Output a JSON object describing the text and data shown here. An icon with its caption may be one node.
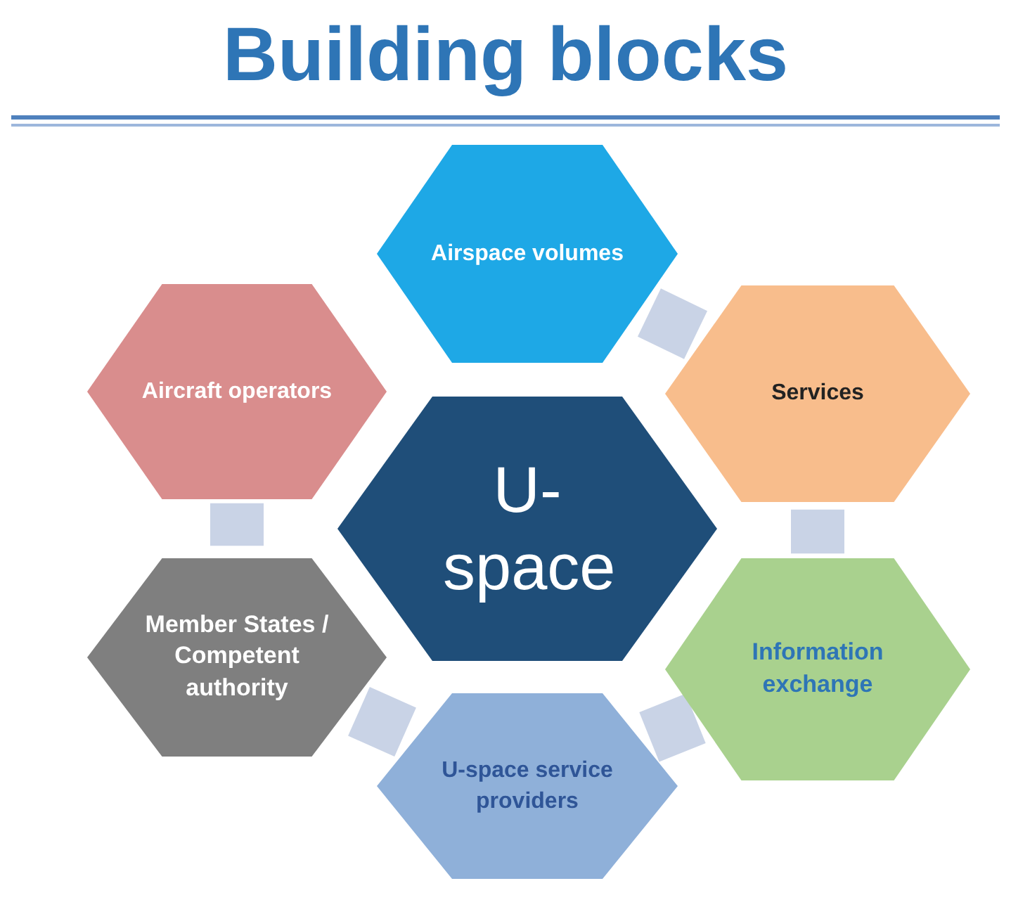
{
  "diagram": {
    "title": "Building blocks",
    "nodes": [
      {
        "text": [
          "Airspace volumes"
        ]
      },
      {
        "text": [
          "Aircraft operators"
        ]
      },
      {
        "text": [
          "Services"
        ]
      },
      {
        "text": [
          "U- space"
        ]
      },
      {
        "text": [
          "Member States / Competent authority"
        ]
      },
      {
        "text": [
          "Information exchange"
        ]
      },
      {
        "text": [
          "U-space service providers"
        ]
      }
    ],
    "edges": [
      {
        "from": 0,
        "to": 2,
        "arrow": "none"
      },
      {
        "from": 2,
        "to": 5,
        "arrow": "none"
      },
      {
        "from": 5,
        "to": 6,
        "arrow": "none"
      },
      {
        "from": 6,
        "to": 4,
        "arrow": "none"
      },
      {
        "from": 4,
        "to": 1,
        "arrow": "none"
      }
    ]
  }
}
